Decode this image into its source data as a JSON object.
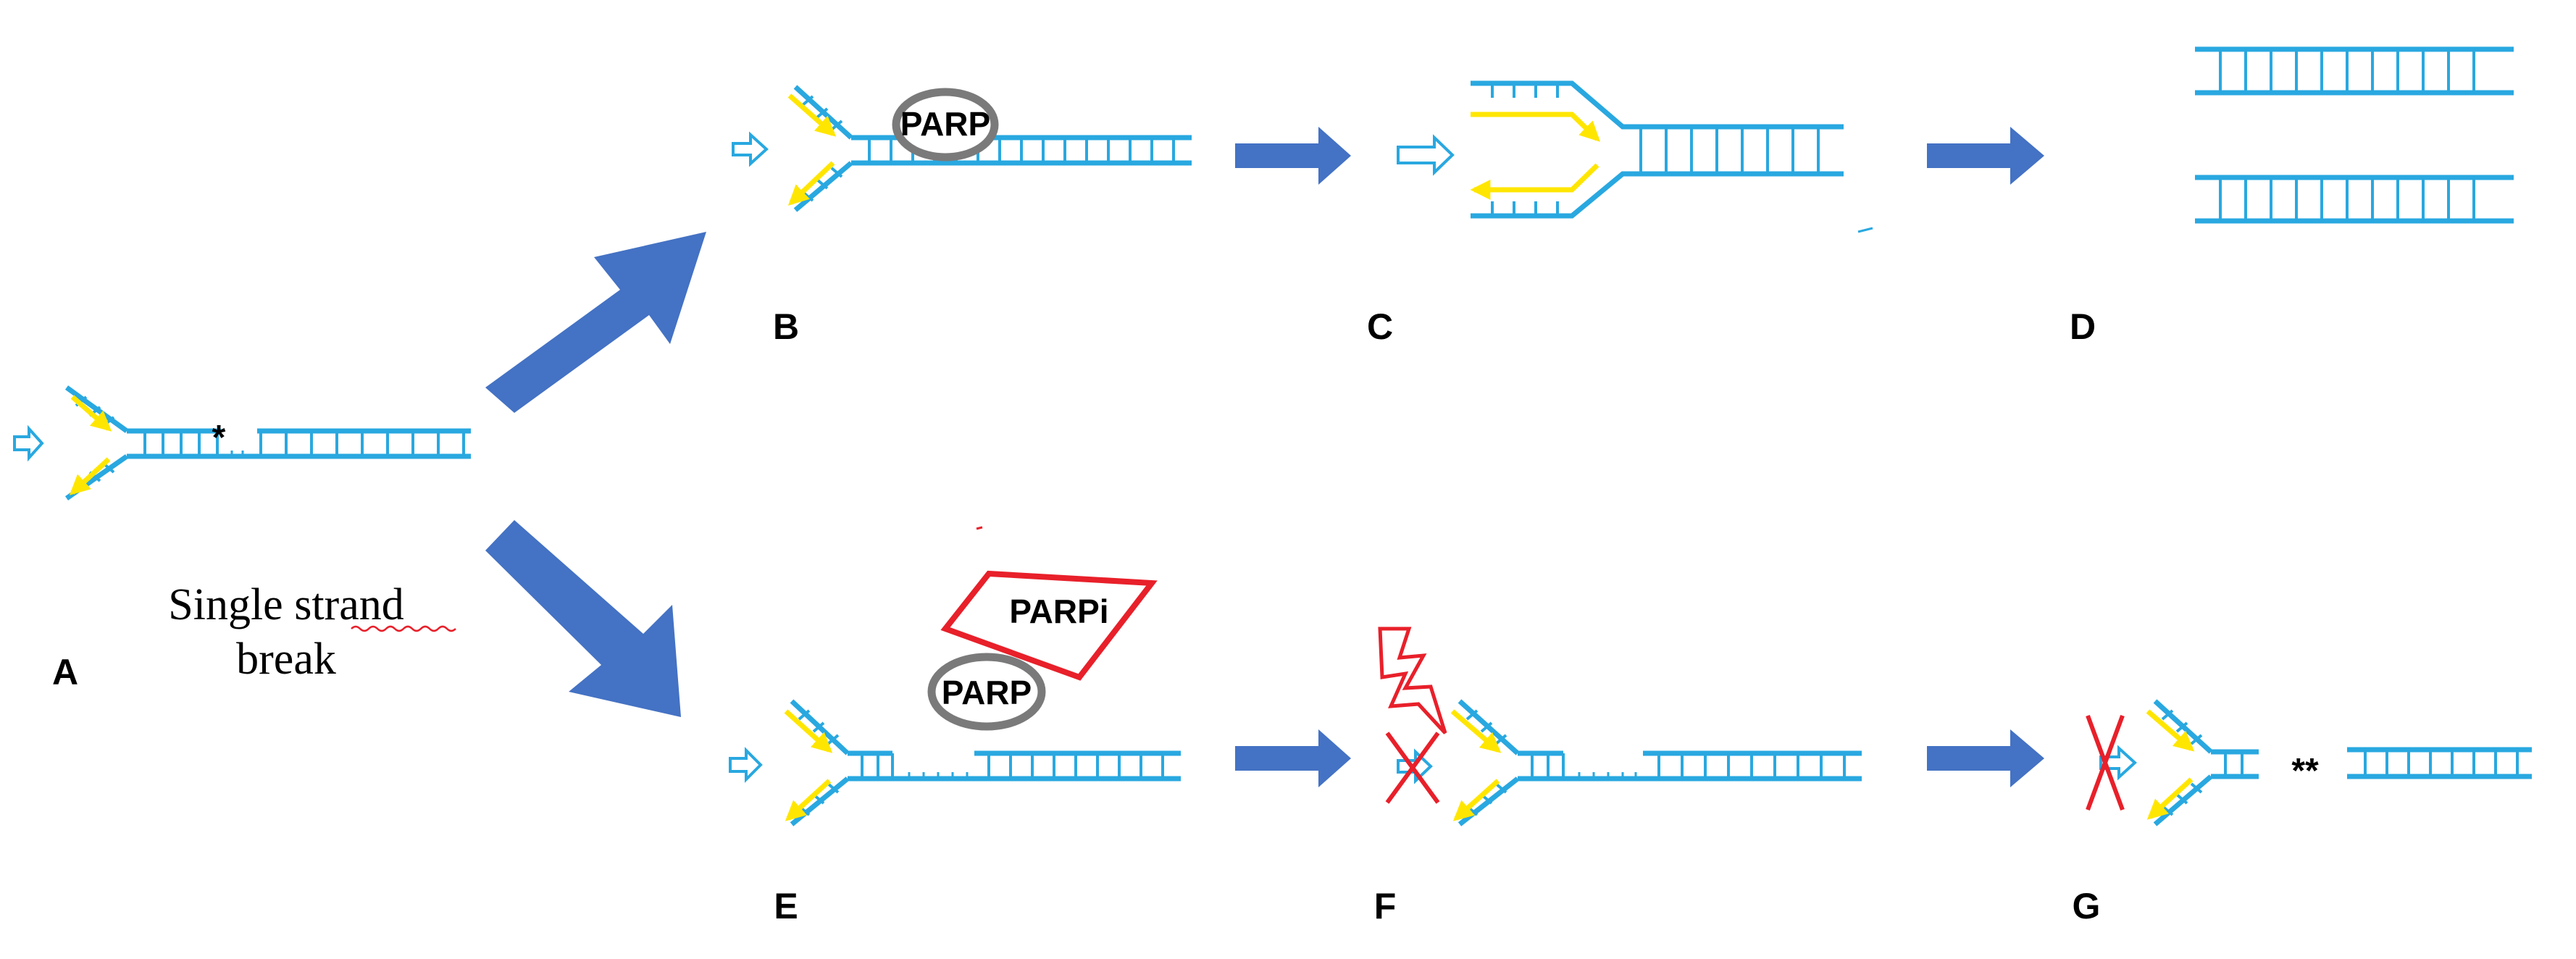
{
  "panels": {
    "A": {
      "label": "A",
      "caption_line1": "Single strand",
      "caption_line2": "break",
      "break_mark": "*"
    },
    "B": {
      "label": "B",
      "protein": "PARP"
    },
    "C": {
      "label": "C"
    },
    "D": {
      "label": "D"
    },
    "E": {
      "label": "E",
      "protein": "PARP",
      "inhibitor": "PARPi"
    },
    "F": {
      "label": "F"
    },
    "G": {
      "label": "G",
      "break_mark": "**"
    }
  },
  "colors": {
    "dna_strand": "#29a8e0",
    "new_strand": "#ffe600",
    "pathway_arrow": "#4472c4",
    "inhibitor": "#e8202a",
    "protein_outline": "#7a7a7a",
    "label_text": "#000000"
  }
}
